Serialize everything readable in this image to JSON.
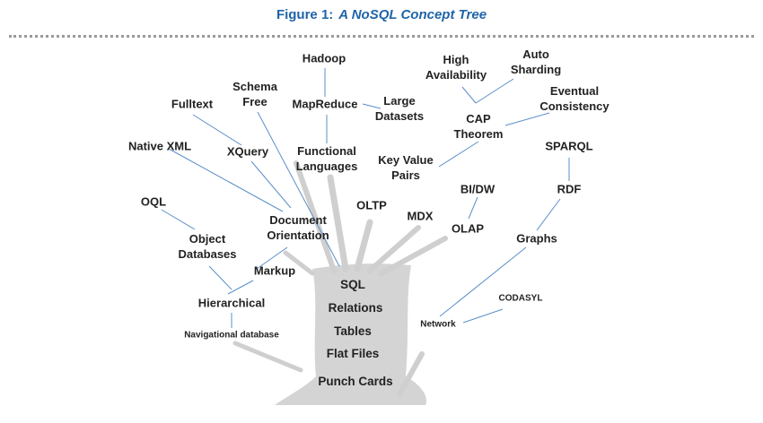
{
  "figure": {
    "label": "Figure 1:",
    "title": "A NoSQL Concept Tree",
    "title_color": "#1f64a8"
  },
  "colors": {
    "branch_line": "#5b8fc9",
    "trunk_fill": "#d4d4d4",
    "thick_branch": "#cfcfcf",
    "text": "#222222",
    "divider": "#9a9a9a"
  },
  "trunk": {
    "sql": "SQL",
    "relations": "Relations",
    "tables": "Tables",
    "flat_files": "Flat Files",
    "punch_cards": "Punch Cards"
  },
  "nodes": {
    "hadoop": "Hadoop",
    "schema_free": "Schema\nFree",
    "fulltext": "Fulltext",
    "mapreduce": "MapReduce",
    "large_datasets": "Large\nDatasets",
    "high_availability": "High\nAvailability",
    "auto_sharding": "Auto\nSharding",
    "eventual_consistency": "Eventual\nConsistency",
    "cap_theorem": "CAP\nTheorem",
    "native_xml": "Native XML",
    "xquery": "XQuery",
    "functional_languages": "Functional\nLanguages",
    "key_value_pairs": "Key Value\nPairs",
    "sparql": "SPARQL",
    "oql": "OQL",
    "bi_dw": "BI/DW",
    "rdf": "RDF",
    "oltp": "OLTP",
    "mdx": "MDX",
    "document_orientation": "Document\nOrientation",
    "olap": "OLAP",
    "object_databases": "Object\nDatabases",
    "graphs": "Graphs",
    "markup": "Markup",
    "hierarchical": "Hierarchical",
    "codasyl": "CODASYL",
    "network": "Network",
    "navigational_database": "Navigational database"
  }
}
